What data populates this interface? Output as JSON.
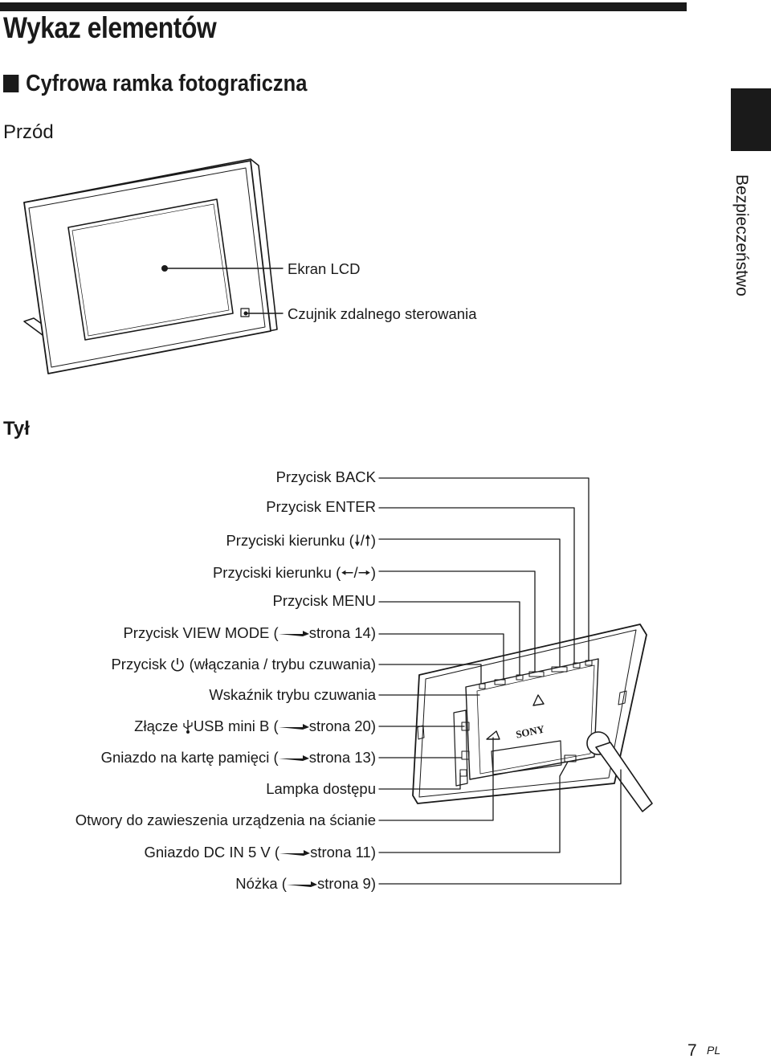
{
  "page": {
    "title": "Wykaz elementów",
    "section": "Cyfrowa ramka fotograficzna",
    "side_tab": "Bezpieczeństwo",
    "page_number": "7",
    "page_lang": "PL"
  },
  "front": {
    "heading": "Przód",
    "labels": {
      "lcd": "Ekran LCD",
      "sensor": "Czujnik zdalnego sterowania"
    }
  },
  "rear": {
    "heading": "Tył",
    "labels": {
      "back": "Przycisk BACK",
      "enter": "Przycisk ENTER",
      "dir_ud_pre": "Przyciski kierunku (",
      "dir_ud_post": ")",
      "dir_lr_pre": "Przyciski kierunku (",
      "dir_lr_post": ")",
      "menu": "Przycisk MENU",
      "viewmode_pre": "Przycisk VIEW MODE (",
      "viewmode_post": "strona 14)",
      "power_pre": "Przycisk",
      "power_post": "(włączania / trybu czuwania)",
      "standby": "Wskaźnik trybu czuwania",
      "usb_pre": "Złącze",
      "usb_post": "USB mini B (",
      "usb_ref": "strona 20)",
      "card_pre": "Gniazdo na kartę pamięci (",
      "card_ref": "strona 13)",
      "access": "Lampka dostępu",
      "holes": "Otwory do zawieszenia urządzenia na ścianie",
      "dcin_pre": "Gniazdo DC IN 5 V (",
      "dcin_ref": "strona 11)",
      "stand_pre": "Nóżka (",
      "stand_ref": "strona 9)"
    },
    "brand": "SONY"
  }
}
